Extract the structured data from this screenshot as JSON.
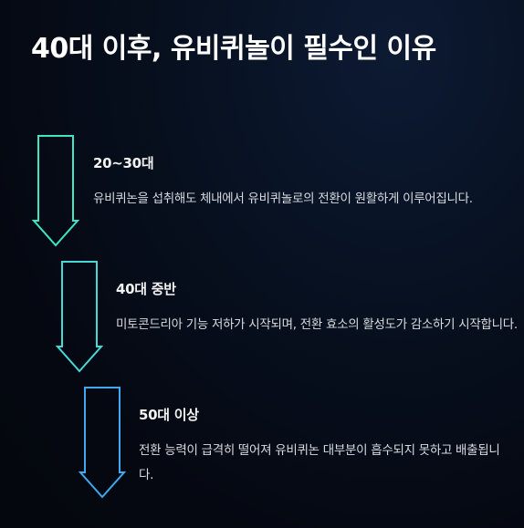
{
  "title": "40대 이후, 유비퀴놀이 필수인 이유",
  "steps": [
    {
      "heading": "20~30대",
      "description": "유비퀴논을 섭취해도 체내에서 유비퀴놀로의 전환이 원활하게 이루어집니다.",
      "color": "#3ee6c4"
    },
    {
      "heading": "40대 중반",
      "description": "미토콘드리아 기능 저하가 시작되며, 전환 효소의 활성도가 감소하기 시작합니다.",
      "color": "#46d9d6"
    },
    {
      "heading": "50대 이상",
      "description": "전환 능력이 급격히 떨어져 유비퀴논 대부분이 흡수되지 못하고 배출됩니다.",
      "color": "#3fa9ef"
    }
  ],
  "icons": [
    "down-arrow-icon"
  ]
}
